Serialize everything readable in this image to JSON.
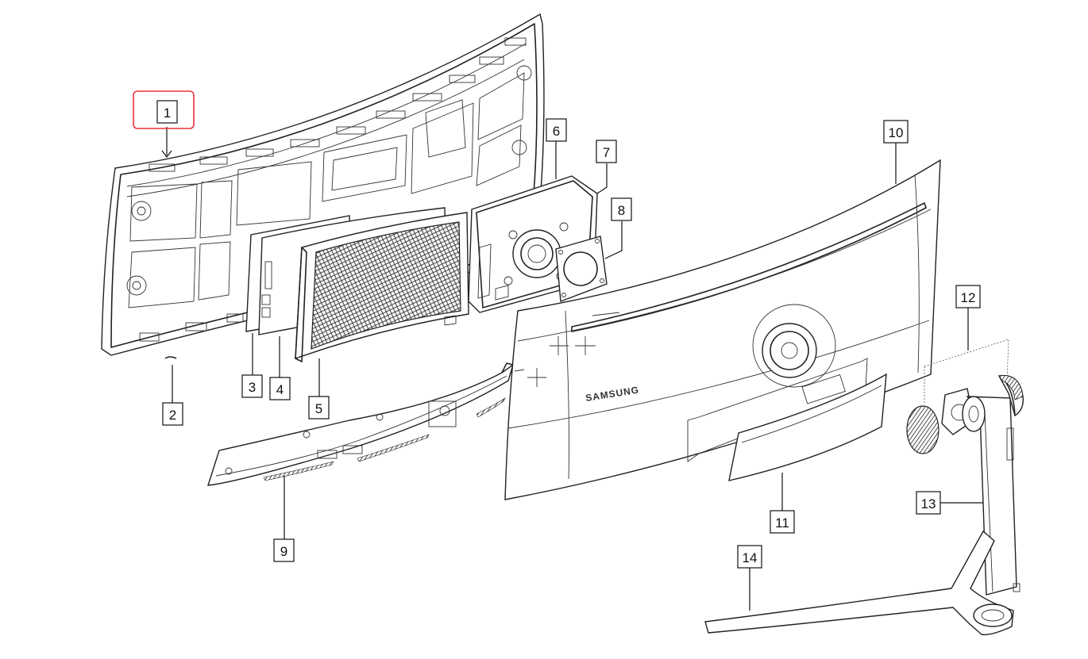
{
  "diagram": {
    "brand_label": "SAMSUNG",
    "highlighted_callout": "1",
    "highlight_color": "#e8343a",
    "line_color": "#222222",
    "callouts": [
      {
        "id": "1",
        "label": "1"
      },
      {
        "id": "2",
        "label": "2"
      },
      {
        "id": "3",
        "label": "3"
      },
      {
        "id": "4",
        "label": "4"
      },
      {
        "id": "5",
        "label": "5"
      },
      {
        "id": "6",
        "label": "6"
      },
      {
        "id": "7",
        "label": "7"
      },
      {
        "id": "8",
        "label": "8"
      },
      {
        "id": "9",
        "label": "9"
      },
      {
        "id": "10",
        "label": "10"
      },
      {
        "id": "11",
        "label": "11"
      },
      {
        "id": "12",
        "label": "12"
      },
      {
        "id": "13",
        "label": "13"
      },
      {
        "id": "14",
        "label": "14"
      }
    ]
  }
}
